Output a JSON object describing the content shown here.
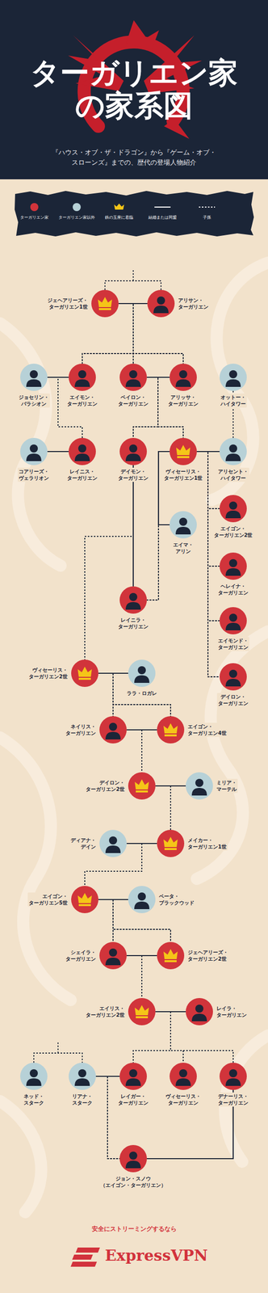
{
  "diagram": {
    "title": "ターガリエン家 の家系図",
    "caption": "『ハウス・オブ・ザ・ドラゴン』から『ゲーム・オブ・ スローンズ』までの、歴代の登場人物紹介",
    "nodes": [
      {
        "text": [
          "ジェヘアリーズ・ ターガリエン1世"
        ]
      },
      {
        "text": [
          "アリサン・ ターガリエン"
        ]
      },
      {
        "text": [
          "ジョセリン・ バラシオン"
        ]
      },
      {
        "text": [
          "エイモン・ ターガリエン"
        ]
      },
      {
        "text": [
          "ベイロン・ ターガリエン"
        ]
      },
      {
        "text": [
          "アリッサ・ ターガリエン"
        ]
      },
      {
        "text": [
          "オットー・ ハイタワー"
        ]
      },
      {
        "text": [
          "コアリーズ・ ヴェラリオン"
        ]
      },
      {
        "text": [
          "レイニス・ ターガリエン"
        ]
      },
      {
        "text": [
          "デイモン・ ターガリエン"
        ]
      },
      {
        "text": [
          "ヴィセーリス・ ターガリエン1世"
        ]
      },
      {
        "text": [
          "アリセント・ ハイタワー"
        ]
      },
      {
        "text": [
          "エイマ・ アリン"
        ]
      },
      {
        "text": [
          "エイゴン・ ターガリエン2世"
        ]
      },
      {
        "text": [
          "ヘレイナ・ ターガリエン"
        ]
      },
      {
        "text": [
          "エイモンド・ ターガリエン"
        ]
      },
      {
        "text": [
          "デイロン・ ターガリエン"
        ]
      },
      {
        "text": [
          "レイニラ・ ターガリエン"
        ]
      },
      {
        "text": [
          "ヴィセーリス・ ターガリエン2世"
        ]
      },
      {
        "text": [
          "ララ・ロガレ"
        ]
      },
      {
        "text": [
          "ネイリス・ ターガリエン"
        ]
      },
      {
        "text": [
          "エイゴン・ ターガリエン4世"
        ]
      },
      {
        "text": [
          "デイロン・ ターガリエン2世"
        ]
      },
      {
        "text": [
          "ミリア・ マーテル"
        ]
      },
      {
        "text": [
          "ディアナ・ デイン"
        ]
      },
      {
        "text": [
          "メイカー・ ターガリエン1世"
        ]
      },
      {
        "text": [
          "エイゴン・ ターガリエン5世"
        ]
      },
      {
        "text": [
          "ベータ・ ブラックウッド"
        ]
      },
      {
        "text": [
          "シェイラ・ ターガリエン"
        ]
      },
      {
        "text": [
          "ジェヘアリーズ・ ターガリエン2世"
        ]
      },
      {
        "text": [
          "エイリス・ ターガリエン2世"
        ]
      },
      {
        "text": [
          "レイラ・ ターガリエン"
        ]
      },
      {
        "text": [
          "ネッド・ スターク"
        ]
      },
      {
        "text": [
          "リアナ・ スターク"
        ]
      },
      {
        "text": [
          "レイガー・ ターガリエン"
        ]
      },
      {
        "text": [
          "ヴィセーリス・ ターガリエン"
        ]
      },
      {
        "text": [
          "デナーリス・ ターガリエン"
        ]
      },
      {
        "text": [
          "ジョン・スノウ （エイゴン・ターガリエン）"
        ]
      }
    ],
    "edges": [
      {
        "from": 0,
        "to": 1,
        "arrow": "none"
      },
      {
        "from": 0,
        "to": 1,
        "arrow": "none"
      },
      {
        "from": 0,
        "to": 3,
        "arrow": "none"
      },
      {
        "from": 0,
        "to": 4,
        "arrow": "none"
      },
      {
        "from": 0,
        "to": 5,
        "arrow": "none"
      },
      {
        "from": 1,
        "to": 3,
        "arrow": "none"
      },
      {
        "from": 1,
        "to": 4,
        "arrow": "none"
      },
      {
        "from": 1,
        "to": 5,
        "arrow": "none"
      },
      {
        "from": 2,
        "to": 3,
        "arrow": "none"
      },
      {
        "from": 2,
        "to": 8,
        "arrow": "none"
      },
      {
        "from": 3,
        "to": 8,
        "arrow": "none"
      },
      {
        "from": 4,
        "to": 5,
        "arrow": "none"
      },
      {
        "from": 4,
        "to": 9,
        "arrow": "none"
      },
      {
        "from": 4,
        "to": 10,
        "arrow": "none"
      },
      {
        "from": 5,
        "to": 9,
        "arrow": "none"
      },
      {
        "from": 5,
        "to": 10,
        "arrow": "none"
      },
      {
        "from": 6,
        "to": 11,
        "arrow": "none"
      },
      {
        "from": 7,
        "to": 8,
        "arrow": "none"
      },
      {
        "from": 9,
        "to": 17,
        "arrow": "none"
      },
      {
        "from": 10,
        "to": 11,
        "arrow": "none"
      },
      {
        "from": 10,
        "to": 12,
        "arrow": "none"
      },
      {
        "from": 10,
        "to": 17,
        "arrow": "none"
      },
      {
        "from": 12,
        "to": 17,
        "arrow": "none"
      },
      {
        "from": 10,
        "to": 13,
        "arrow": "none"
      },
      {
        "from": 10,
        "to": 14,
        "arrow": "none"
      },
      {
        "from": 10,
        "to": 15,
        "arrow": "none"
      },
      {
        "from": 10,
        "to": 16,
        "arrow": "none"
      },
      {
        "from": 11,
        "to": 13,
        "arrow": "none"
      },
      {
        "from": 11,
        "to": 14,
        "arrow": "none"
      },
      {
        "from": 11,
        "to": 15,
        "arrow": "none"
      },
      {
        "from": 11,
        "to": 16,
        "arrow": "none"
      },
      {
        "from": 9,
        "to": 18,
        "arrow": "none"
      },
      {
        "from": 17,
        "to": 18,
        "arrow": "none"
      },
      {
        "from": 18,
        "to": 19,
        "arrow": "none"
      },
      {
        "from": 18,
        "to": 20,
        "arrow": "none"
      },
      {
        "from": 18,
        "to": 21,
        "arrow": "none"
      },
      {
        "from": 19,
        "to": 20,
        "arrow": "none"
      },
      {
        "from": 19,
        "to": 21,
        "arrow": "none"
      },
      {
        "from": 20,
        "to": 21,
        "arrow": "none"
      },
      {
        "from": 20,
        "to": 22,
        "arrow": "none"
      },
      {
        "from": 21,
        "to": 22,
        "arrow": "none"
      },
      {
        "from": 22,
        "to": 23,
        "arrow": "none"
      },
      {
        "from": 22,
        "to": 25,
        "arrow": "none"
      },
      {
        "from": 23,
        "to": 25,
        "arrow": "none"
      },
      {
        "from": 24,
        "to": 25,
        "arrow": "none"
      },
      {
        "from": 24,
        "to": 26,
        "arrow": "none"
      },
      {
        "from": 25,
        "to": 26,
        "arrow": "none"
      },
      {
        "from": 26,
        "to": 27,
        "arrow": "none"
      },
      {
        "from": 26,
        "to": 28,
        "arrow": "none"
      },
      {
        "from": 26,
        "to": 29,
        "arrow": "none"
      },
      {
        "from": 27,
        "to": 28,
        "arrow": "none"
      },
      {
        "from": 27,
        "to": 29,
        "arrow": "none"
      },
      {
        "from": 28,
        "to": 29,
        "arrow": "none"
      },
      {
        "from": 28,
        "to": 30,
        "arrow": "none"
      },
      {
        "from": 29,
        "to": 30,
        "arrow": "none"
      },
      {
        "from": 30,
        "to": 31,
        "arrow": "none"
      },
      {
        "from": 30,
        "to": 34,
        "arrow": "none"
      },
      {
        "from": 30,
        "to": 35,
        "arrow": "none"
      },
      {
        "from": 30,
        "to": 36,
        "arrow": "none"
      },
      {
        "from": 31,
        "to": 34,
        "arrow": "none"
      },
      {
        "from": 31,
        "to": 35,
        "arrow": "none"
      },
      {
        "from": 31,
        "to": 36,
        "arrow": "none"
      },
      {
        "from": 32,
        "to": 33,
        "arrow": "none"
      },
      {
        "from": 33,
        "to": 34,
        "arrow": "none"
      },
      {
        "from": 33,
        "to": 37,
        "arrow": "none"
      },
      {
        "from": 34,
        "to": 37,
        "arrow": "none"
      },
      {
        "from": 36,
        "to": 37,
        "arrow": "none"
      }
    ],
    "labels": [
      "安全にストリーミングするなら",
      "ExpressVPN"
    ],
    "legend": [
      {
        "text": "ターガリエン家",
        "color": "#d1343b"
      },
      {
        "text": "ターガリエン家以外",
        "color": "#b7d1d7"
      },
      {
        "text": "鉄の玉座に君臨"
      },
      {
        "text": "結婚または同盟"
      },
      {
        "text": "子孫"
      }
    ]
  }
}
